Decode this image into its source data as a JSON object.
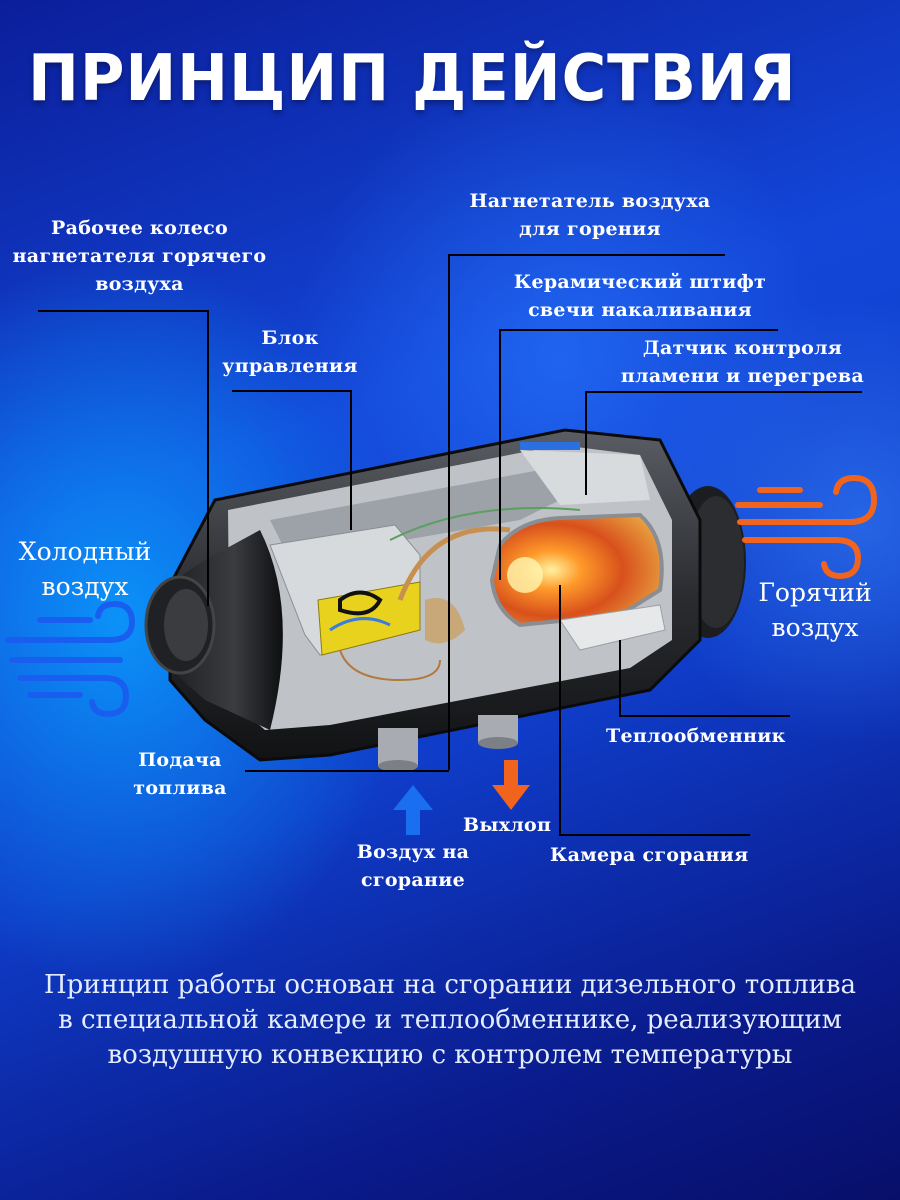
{
  "title": "ПРИНЦИП ДЕЙСТВИЯ",
  "labels": {
    "impeller": [
      "Рабочее колесо",
      "нагнетателя горячего",
      "воздуха"
    ],
    "control_unit": [
      "Блок",
      "управления"
    ],
    "combustion_blower": [
      "Нагнетатель воздуха",
      "для горения"
    ],
    "glow_pin": [
      "Керамический штифт",
      "свечи накаливания"
    ],
    "flame_sensor": [
      "Датчик контроля",
      "пламени и перегрева"
    ],
    "heat_exchanger": "Теплообменник",
    "combustion_chamber": "Камера сгорания",
    "fuel_supply": [
      "Подача",
      "топлива"
    ],
    "exhaust": "Выхлоп",
    "combustion_air": [
      "Воздух на",
      "сгорание"
    ],
    "cold_air": [
      "Холодный",
      "воздух"
    ],
    "hot_air": [
      "Горячий",
      "воздух"
    ]
  },
  "description": [
    "Принцип работы основан на сгорании дизельного топлива",
    "в специальной камере и теплообменнике, реализующим",
    "воздушную конвекцию с контролем температуры"
  ],
  "colors": {
    "cold": "#1a5ef0",
    "hot": "#f0641e",
    "line": "#000000"
  }
}
